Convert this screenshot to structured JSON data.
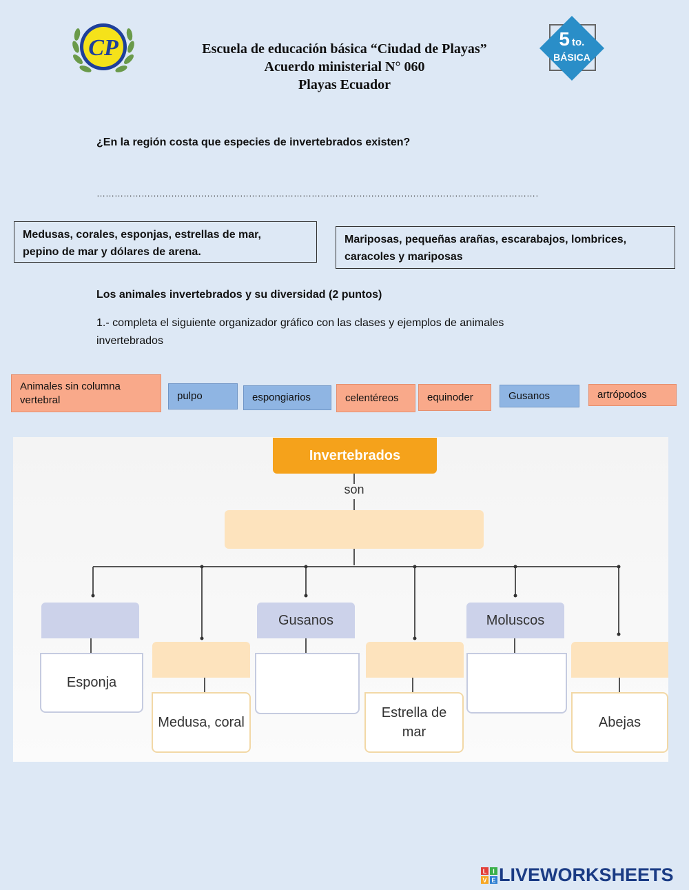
{
  "header": {
    "logo_letters": "CP",
    "school_line1": "Escuela de educación básica “Ciudad de Playas”",
    "school_line2": "Acuerdo ministerial N° 060",
    "school_line3": "Playas Ecuador",
    "grade_number": "5",
    "grade_suffix": "to.",
    "grade_label": "BÁSICA"
  },
  "question": "¿En la región costa que especies de invertebrados existen?",
  "answer_line": "…………………………………………………………………………………………………………………………………………",
  "options": [
    {
      "line1": "Medusas, corales, esponjas, estrellas de mar,",
      "line2": "pepino de mar y dólares de arena."
    },
    {
      "line1": "Mariposas, pequeñas arañas, escarabajos, lombrices,",
      "line2": "caracoles y mariposas"
    }
  ],
  "section_title": "Los animales invertebrados y su diversidad (2 puntos)",
  "instruction_line1": "1.- completa el siguiente organizador gráfico con las clases y ejemplos de animales",
  "instruction_line2": "invertebrados",
  "chips": [
    {
      "line1": "Animales sin columna",
      "line2": "vertebral",
      "color": "orange"
    },
    {
      "label": "pulpo",
      "color": "blue"
    },
    {
      "label": "espongiarios",
      "color": "blue"
    },
    {
      "label": "celentéreos",
      "color": "orange"
    },
    {
      "label": "equinoder",
      "color": "orange"
    },
    {
      "label": "Gusanos",
      "color": "blue"
    },
    {
      "label": "artrópodos",
      "color": "orange"
    }
  ],
  "diagram": {
    "root": "Invertebrados",
    "connector": "son",
    "classes": [
      "",
      "",
      "Gusanos",
      "",
      "Moluscos",
      ""
    ],
    "examples": [
      "Esponja",
      "Medusa, coral",
      "",
      "Estrella de mar",
      "",
      "Abejas"
    ],
    "colors": {
      "root": "#f5a21b",
      "blank_orange": "#fde3bd",
      "class_lilac": "#ccd2ea"
    }
  },
  "footer": {
    "brand": "LIVEWORKSHEETS",
    "icon_letters": [
      "L",
      "I",
      "V",
      "E"
    ]
  }
}
